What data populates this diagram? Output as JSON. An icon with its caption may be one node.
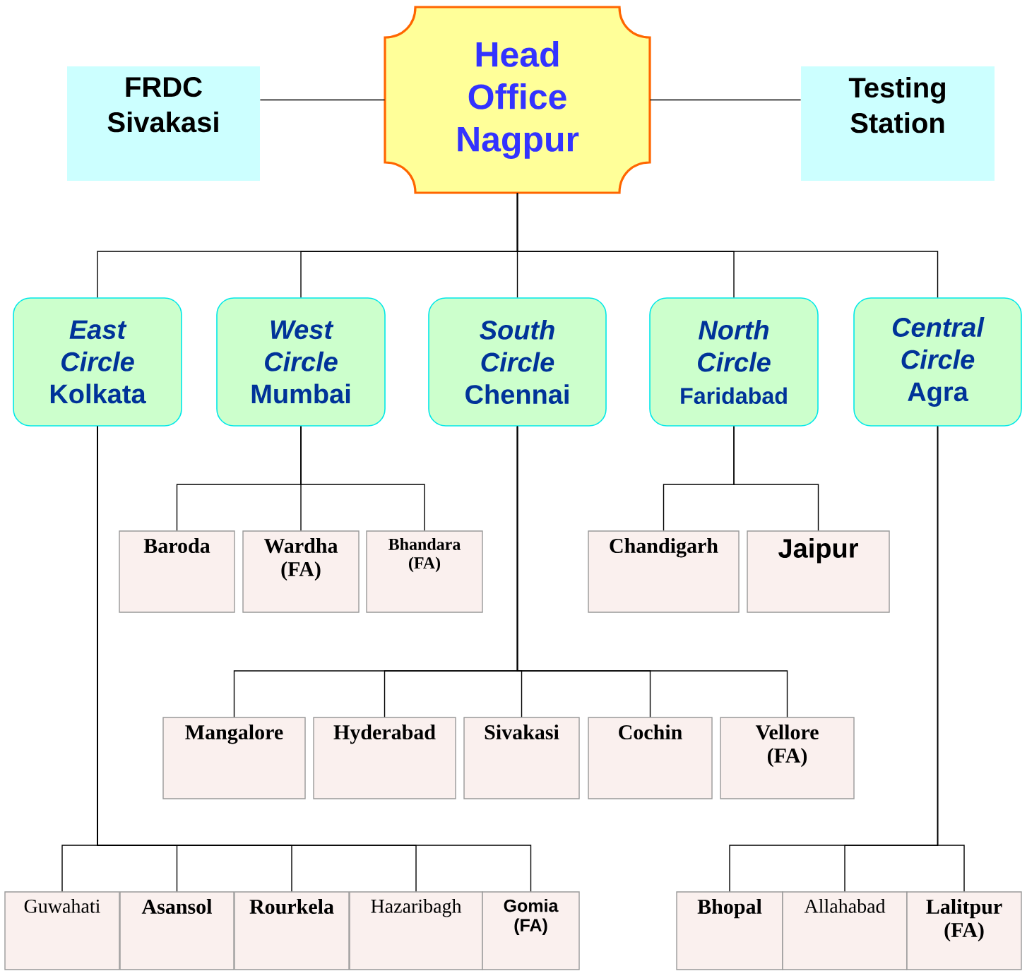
{
  "diagram": {
    "nodes": [
      {
        "text": [
          "Head Office Nagpur"
        ]
      },
      {
        "text": [
          "FRDC Sivakasi"
        ]
      },
      {
        "text": [
          "Testing Station"
        ]
      },
      {
        "text": [
          "East Circle",
          "Kolkata"
        ]
      },
      {
        "text": [
          "West Circle",
          "Mumbai"
        ]
      },
      {
        "text": [
          "South Circle",
          "Chennai"
        ]
      },
      {
        "text": [
          "North Circle",
          "Faridabad"
        ]
      },
      {
        "text": [
          "Central Circle",
          "Agra"
        ]
      },
      {
        "text": [
          "Baroda"
        ]
      },
      {
        "text": [
          "Wardha (FA)"
        ]
      },
      {
        "text": [
          "Bhandara (FA)"
        ]
      },
      {
        "text": [
          "Chandigarh"
        ]
      },
      {
        "text": [
          "Jaipur"
        ]
      },
      {
        "text": [
          "Mangalore"
        ]
      },
      {
        "text": [
          "Hyderabad"
        ]
      },
      {
        "text": [
          "Sivakasi"
        ]
      },
      {
        "text": [
          "Cochin"
        ]
      },
      {
        "text": [
          "Vellore (FA)"
        ]
      },
      {
        "text": [
          "Guwahati"
        ]
      },
      {
        "text": [
          "Asansol"
        ]
      },
      {
        "text": [
          "Rourkela"
        ]
      },
      {
        "text": [
          "Hazaribagh"
        ]
      },
      {
        "text": [
          "Gomia (FA)"
        ]
      },
      {
        "text": [
          "Bhopal"
        ]
      },
      {
        "text": [
          "Allahabad"
        ]
      },
      {
        "text": [
          "Lalitpur (FA)"
        ]
      }
    ],
    "edges": [
      {
        "from": 0,
        "to": 1,
        "arrow": "none"
      },
      {
        "from": 0,
        "to": 2,
        "arrow": "none"
      },
      {
        "from": 0,
        "to": 3,
        "arrow": "none"
      },
      {
        "from": 0,
        "to": 4,
        "arrow": "none"
      },
      {
        "from": 0,
        "to": 5,
        "arrow": "none"
      },
      {
        "from": 0,
        "to": 6,
        "arrow": "none"
      },
      {
        "from": 0,
        "to": 7,
        "arrow": "none"
      },
      {
        "from": 4,
        "to": 8,
        "arrow": "none"
      },
      {
        "from": 4,
        "to": 9,
        "arrow": "none"
      },
      {
        "from": 4,
        "to": 10,
        "arrow": "none"
      },
      {
        "from": 6,
        "to": 11,
        "arrow": "none"
      },
      {
        "from": 6,
        "to": 12,
        "arrow": "none"
      },
      {
        "from": 5,
        "to": 13,
        "arrow": "none"
      },
      {
        "from": 5,
        "to": 14,
        "arrow": "none"
      },
      {
        "from": 5,
        "to": 15,
        "arrow": "none"
      },
      {
        "from": 5,
        "to": 16,
        "arrow": "none"
      },
      {
        "from": 5,
        "to": 17,
        "arrow": "none"
      },
      {
        "from": 3,
        "to": 18,
        "arrow": "none"
      },
      {
        "from": 3,
        "to": 19,
        "arrow": "none"
      },
      {
        "from": 3,
        "to": 20,
        "arrow": "none"
      },
      {
        "from": 3,
        "to": 21,
        "arrow": "none"
      },
      {
        "from": 3,
        "to": 22,
        "arrow": "none"
      },
      {
        "from": 7,
        "to": 23,
        "arrow": "none"
      },
      {
        "from": 7,
        "to": 24,
        "arrow": "none"
      },
      {
        "from": 7,
        "to": 25,
        "arrow": "none"
      }
    ]
  }
}
